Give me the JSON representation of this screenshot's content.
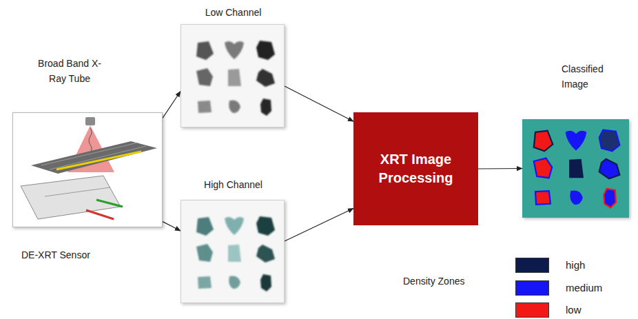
{
  "diagram": {
    "nodes": [
      {
        "text": [
          "Broad Band X-Ray Tube",
          "DE-XRT Sensor"
        ]
      },
      {
        "text": [
          "Low Channel"
        ]
      },
      {
        "text": [
          "High Channel"
        ]
      },
      {
        "text": [
          "XRT Image Processing"
        ]
      },
      {
        "text": [
          "Classified Image"
        ]
      }
    ],
    "edges": [
      {
        "from": 0,
        "to": 1,
        "arrow": "to"
      },
      {
        "from": 0,
        "to": 2,
        "arrow": "to"
      },
      {
        "from": 1,
        "to": 3,
        "arrow": "to"
      },
      {
        "from": 2,
        "to": 3,
        "arrow": "to"
      },
      {
        "from": 3,
        "to": 4,
        "arrow": "to"
      }
    ],
    "labels": [
      "Density Zones"
    ],
    "legend": [
      {
        "text": "high",
        "color": "#0d1b4c"
      },
      {
        "text": "medium",
        "color": "#1515f5"
      },
      {
        "text": "low",
        "color": "#f21818"
      }
    ]
  }
}
